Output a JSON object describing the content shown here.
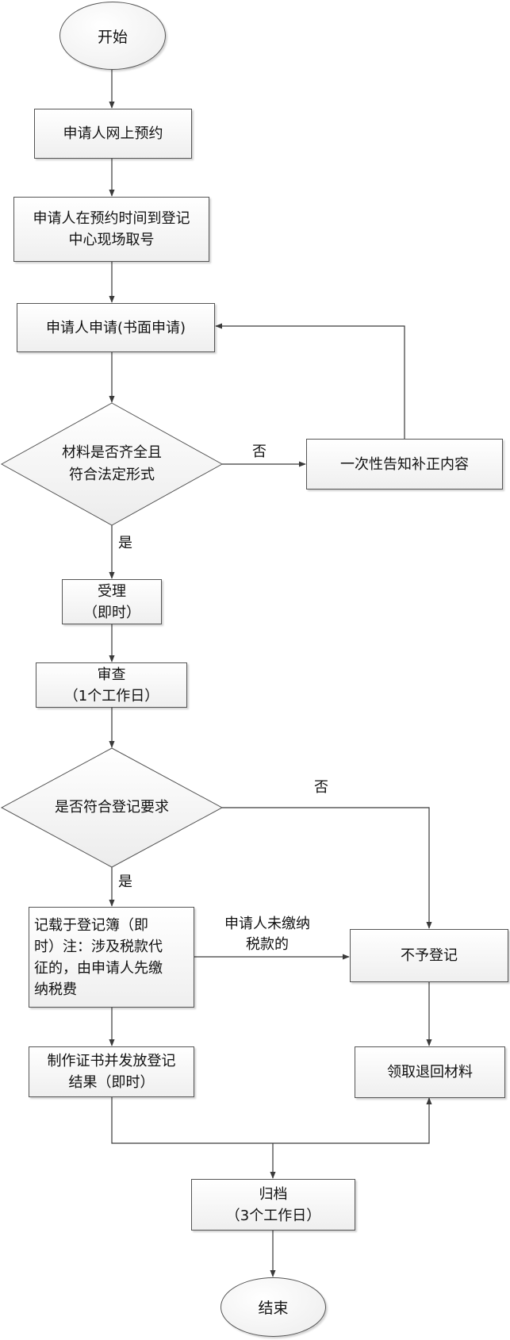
{
  "nodes": {
    "start": "开始",
    "reserve": "申请人网上预约",
    "take_number": [
      "申请人在预约时间到登记",
      "中心现场取号"
    ],
    "apply": "申请人申请(书面申请)",
    "decision_materials": [
      "材料是否齐全且",
      "符合法定形式"
    ],
    "notify": "一次性告知补正内容",
    "accept": [
      "受理",
      "（即时）"
    ],
    "review": [
      "审查",
      "（1个工作日）"
    ],
    "decision_register": "是否符合登记要求",
    "record": [
      "记载于登记簿（即",
      "时）注：涉及税款代",
      "征的，由申请人先缴",
      "纳税费"
    ],
    "reject": "不予登记",
    "certificate": [
      "制作证书并发放登记",
      "结果（即时）"
    ],
    "return_materials": "领取退回材料",
    "archive": [
      "归档",
      "（3个工作日）"
    ],
    "end": "结束"
  },
  "labels": {
    "no_1": "否",
    "yes_1": "是",
    "no_2": "否",
    "yes_2": "是",
    "unpaid": [
      "申请人未缴纳",
      "税款的"
    ]
  },
  "colors": {
    "line": "#3a3a3a",
    "border": "#555555",
    "fill_top": "#ffffff",
    "fill_bottom": "#efefef"
  }
}
